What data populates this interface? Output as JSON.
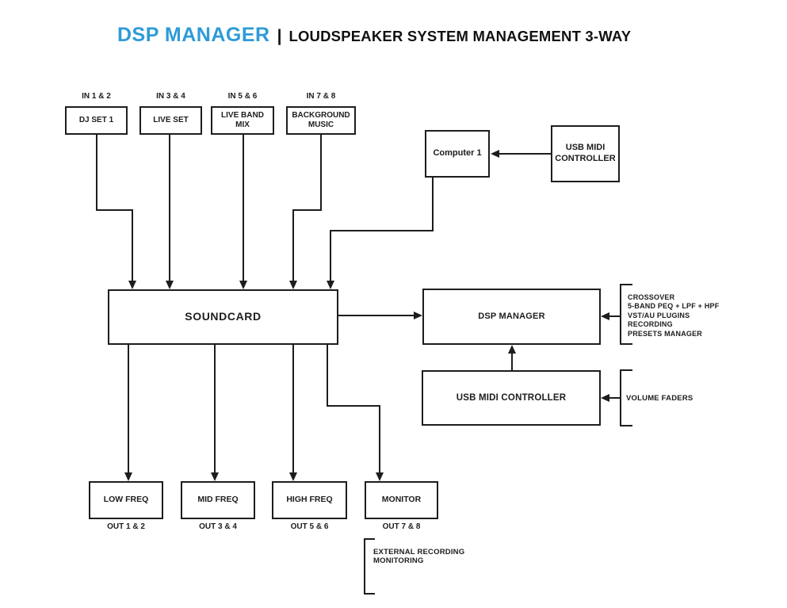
{
  "title": {
    "brand": "DSP MANAGER",
    "separator": "|",
    "subtitle": "LOUDSPEAKER SYSTEM MANAGEMENT 3-WAY"
  },
  "colors": {
    "brand_blue": "#2d9bd8",
    "diagram_black": "#1d1d1d"
  },
  "inputs": [
    {
      "port": "IN 1 & 2",
      "label": "DJ SET 1"
    },
    {
      "port": "IN 3 & 4",
      "label": "LIVE SET"
    },
    {
      "port": "IN 5 & 6",
      "label": "LIVE BAND MIX"
    },
    {
      "port": "IN 7 & 8",
      "label": "BACKGROUND MUSIC"
    }
  ],
  "nodes": {
    "computer": "Computer 1",
    "usb_midi_top": "USB MIDI CONTROLLER",
    "soundcard": "SOUNDCARD",
    "dsp_manager": "DSP MANAGER",
    "usb_midi_bottom": "USB MIDI CONTROLLER"
  },
  "outputs": [
    {
      "label": "LOW FREQ",
      "port": "OUT 1 & 2"
    },
    {
      "label": "MID FREQ",
      "port": "OUT 3 & 4"
    },
    {
      "label": "HIGH FREQ",
      "port": "OUT 5 & 6"
    },
    {
      "label": "MONITOR",
      "port": "OUT 7 & 8"
    }
  ],
  "annotations": {
    "dsp_features": [
      "CROSSOVER",
      "5-BAND PEQ + LPF + HPF",
      "VST/AU PLUGINS",
      "RECORDING",
      "PRESETS MANAGER"
    ],
    "usb_midi_function": "VOLUME FADERS",
    "monitor_note_lines": [
      "EXTERNAL RECORDING",
      "MONITORING"
    ]
  }
}
